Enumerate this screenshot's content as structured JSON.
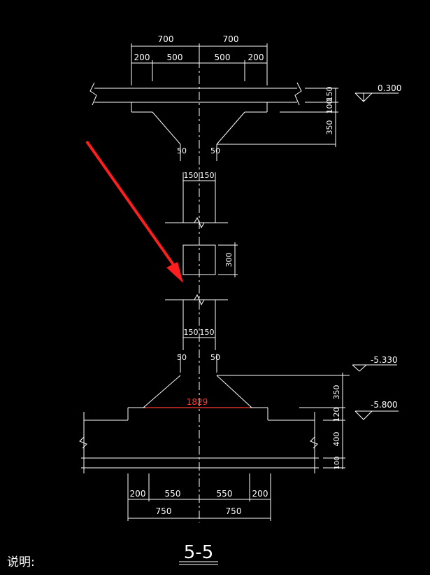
{
  "drawing": {
    "section_title": "5-5",
    "note_label": "说明:",
    "top_dims": {
      "left_total": "700",
      "right_total": "700",
      "left_outer": "200",
      "left_inner": "500",
      "right_inner": "500",
      "right_outer": "200"
    },
    "top_right_dims": {
      "d1": "150",
      "d2": "100",
      "d3": "350"
    },
    "elevations": {
      "top": "0.300",
      "mid": "-5.330",
      "bottom": "-5.800"
    },
    "haunch_top": {
      "left": "50",
      "right": "50"
    },
    "column_top": {
      "left": "150",
      "right": "150"
    },
    "column_section": "300",
    "column_bottom": {
      "left": "150",
      "right": "150"
    },
    "haunch_bottom": {
      "left": "50",
      "right": "50"
    },
    "highlight_measure": "1829",
    "base_right_dims": {
      "d1": "350",
      "d2": "120",
      "d3": "400",
      "d4": "100"
    },
    "bottom_dims": {
      "left_outer": "200",
      "left_inner": "550",
      "right_inner": "550",
      "right_outer": "200",
      "left_total": "750",
      "right_total": "750"
    }
  },
  "colors": {
    "background": "#000000",
    "lines": "#ffffff",
    "highlight": "#ff3b30",
    "arrow": "#ff1e1e"
  }
}
